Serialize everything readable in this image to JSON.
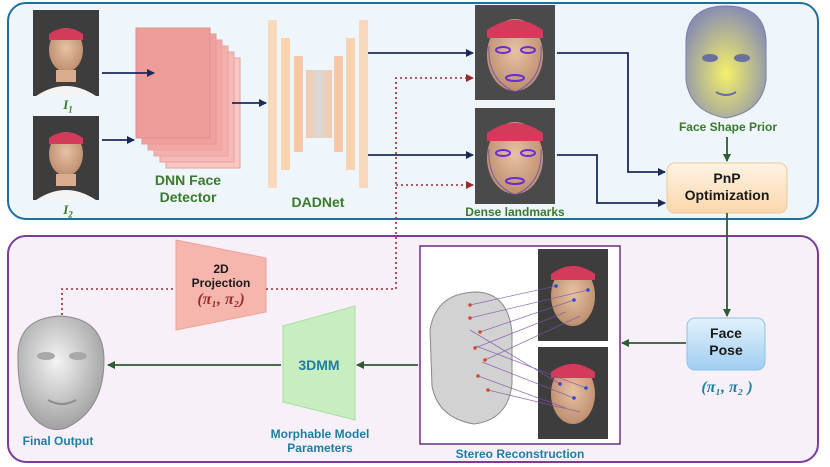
{
  "labels": {
    "i1": "I",
    "i1_sub": "1",
    "i2": "I",
    "i2_sub": "2",
    "detector_line1": "DNN Face",
    "detector_line2": "Detector",
    "dadnet": "DADNet",
    "dense_landmarks": "Dense landmarks",
    "face_shape_prior": "Face Shape Prior",
    "pnp_line1": "PnP",
    "pnp_line2": "Optimization",
    "face_pose_line1": "Face",
    "face_pose_line2": "Pose",
    "face_pose_params": "(π₁, π₂ )",
    "projection_line1": "2D",
    "projection_line2": "Projection",
    "projection_params": "(π₁, π₂)",
    "threedmm": "3DMM",
    "morphable_line1": "Morphable Model",
    "morphable_line2": "Parameters",
    "stereo": "Stereo Reconstruction",
    "final_output": "Final Output"
  },
  "colors": {
    "top_panel_border": "#1f6e9c",
    "top_panel_fill": "#eef5fb",
    "bottom_panel_border": "#7b3d97",
    "bottom_panel_fill": "#f8f0f9",
    "detector_fill": "#f2a7a5",
    "dadnet_fill": "#f8d3b0",
    "pnp_fill": "#fde5c9",
    "face_pose_fill": "#bfe0f7",
    "projection_fill": "#f6b6ae",
    "threedmm_fill": "#c8eec0",
    "arrow_navy": "#1b2a5a",
    "arrow_green": "#2f5a33",
    "dotted_red": "#9c2a2a"
  }
}
